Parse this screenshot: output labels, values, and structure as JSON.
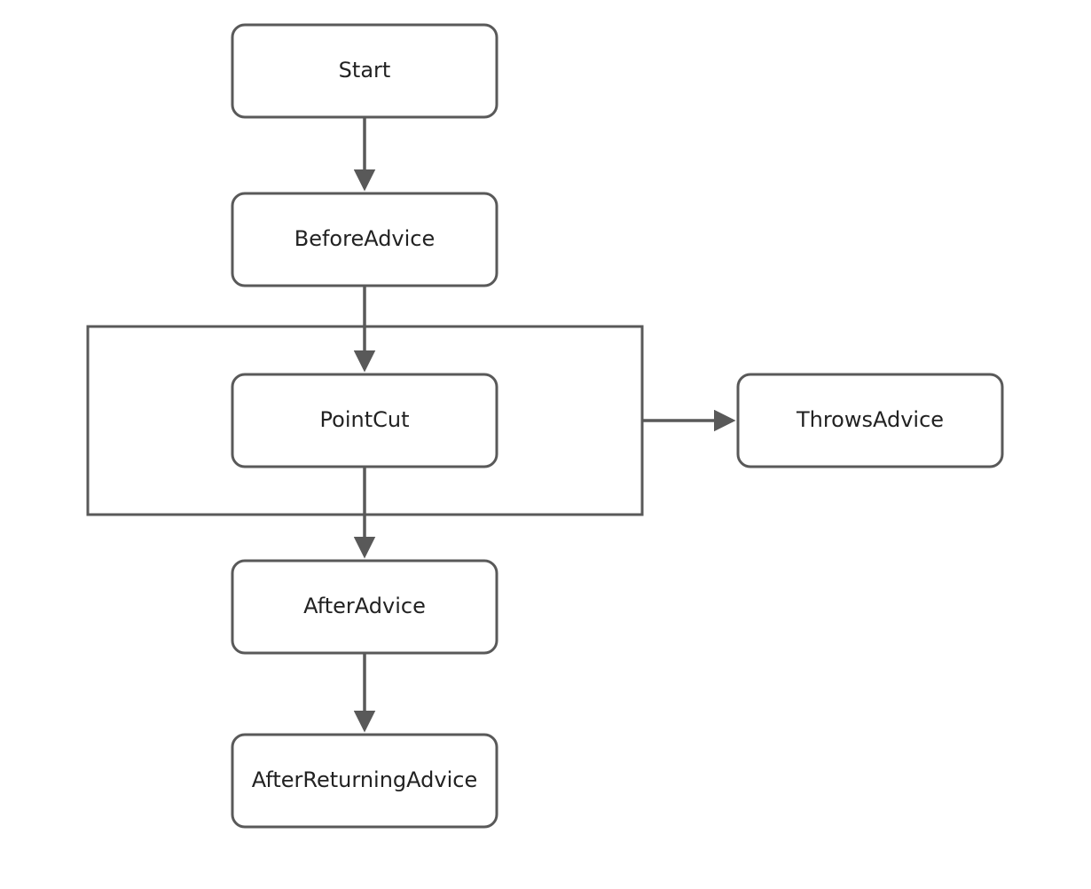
{
  "diagram": {
    "nodes": {
      "start": "Start",
      "before_advice": "BeforeAdvice",
      "point_cut": "PointCut",
      "throws_advice": "ThrowsAdvice",
      "after_advice": "AfterAdvice",
      "after_returning_advice": "AfterReturningAdvice"
    }
  }
}
